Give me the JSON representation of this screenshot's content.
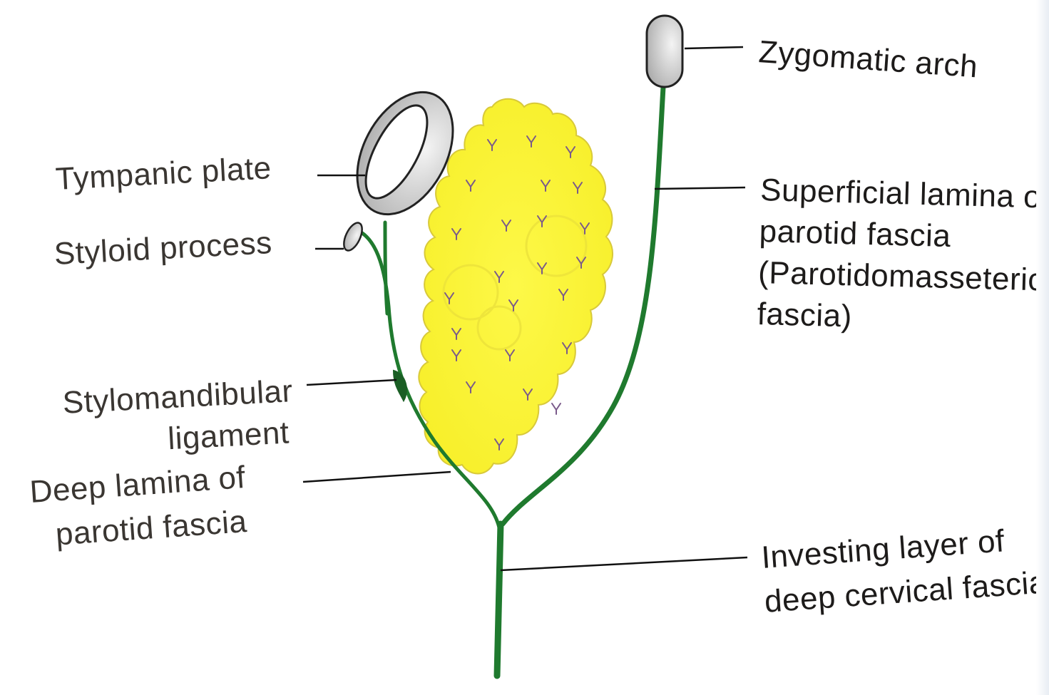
{
  "labels": {
    "zygomatic_arch": "Zygomatic arch",
    "tympanic_plate": "Tympanic plate",
    "styloid_process": "Styloid process",
    "superficial_lamina": [
      "Superficial lamina of",
      "parotid fascia",
      "(Parotidomasseteric",
      "fascia)"
    ],
    "stylomandibular_ligament": [
      "Stylomandibular",
      "ligament"
    ],
    "deep_lamina": [
      "Deep lamina of",
      "parotid fascia"
    ],
    "investing_layer": [
      "Investing layer of",
      "deep cervical fascia"
    ]
  },
  "colors": {
    "fascia": "#1f7a2e",
    "gland": "#fbf53a",
    "gland_edge": "#d8c93a",
    "gland_marks": "#7a5a8a",
    "bone_fill": "#cfcfcf",
    "bone_stroke": "#222222",
    "leader": "#111111"
  }
}
